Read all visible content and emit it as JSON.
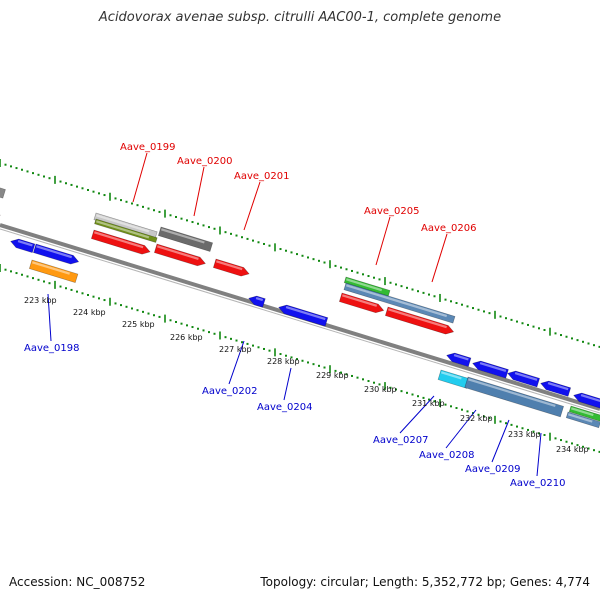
{
  "title": "Acidovorax avenae subsp. citrulli AAC00-1, complete genome",
  "footer": {
    "accession": "Accession: NC_008752",
    "summary": "Topology: circular; Length: 5,352,772 bp; Genes: 4,774"
  },
  "colors": {
    "red_label": "#e00000",
    "blue_label": "#0000cc",
    "tick_green": "#118811",
    "backbone": "#808080"
  },
  "gene_labels": [
    {
      "id": "Aave_0199",
      "text": "Aave_0199",
      "strand": "top"
    },
    {
      "id": "Aave_0200",
      "text": "Aave_0200",
      "strand": "top"
    },
    {
      "id": "Aave_0201",
      "text": "Aave_0201",
      "strand": "top"
    },
    {
      "id": "Aave_0205",
      "text": "Aave_0205",
      "strand": "top"
    },
    {
      "id": "Aave_0206",
      "text": "Aave_0206",
      "strand": "top"
    },
    {
      "id": "Aave_0198",
      "text": "Aave_0198",
      "strand": "bottom"
    },
    {
      "id": "Aave_0202",
      "text": "Aave_0202",
      "strand": "bottom"
    },
    {
      "id": "Aave_0204",
      "text": "Aave_0204",
      "strand": "bottom"
    },
    {
      "id": "Aave_0207",
      "text": "Aave_0207",
      "strand": "bottom"
    },
    {
      "id": "Aave_0208",
      "text": "Aave_0208",
      "strand": "bottom"
    },
    {
      "id": "Aave_0209",
      "text": "Aave_0209",
      "strand": "bottom"
    },
    {
      "id": "Aave_0210",
      "text": "Aave_0210",
      "strand": "bottom"
    }
  ],
  "kbp_labels": [
    "223 kbp",
    "224 kbp",
    "225 kbp",
    "226 kbp",
    "227 kbp",
    "228 kbp",
    "229 kbp",
    "230 kbp",
    "231 kbp",
    "232 kbp",
    "233 kbp",
    "234 kbp"
  ]
}
